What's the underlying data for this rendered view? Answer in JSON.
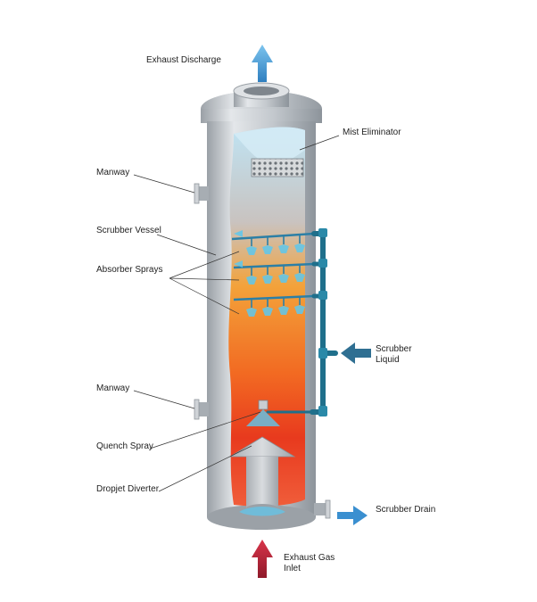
{
  "labels": {
    "exhaust_discharge": "Exhaust Discharge",
    "mist_eliminator": "Mist Eliminator",
    "manway_top": "Manway",
    "scrubber_vessel": "Scrubber Vessel",
    "absorber_sprays": "Absorber Sprays",
    "scrubber_liquid": "Scrubber Liquid",
    "manway_bottom": "Manway",
    "quench_spray": "Quench Spray",
    "dropjet_diverter": "Dropjet Diverter",
    "scrubber_drain": "Scrubber Drain",
    "exhaust_gas_inlet": "Exhaust Gas Inlet"
  },
  "colors": {
    "vessel_steel": "#c9cdd1",
    "pipe_teal": "#1f6f8b",
    "arrow_blue": "#4a9fd8",
    "arrow_red": "#c8283a",
    "spray_cyan": "#5ec8ee",
    "hot_red": "#e83a1e",
    "cool_blue": "#bfe3f3"
  }
}
